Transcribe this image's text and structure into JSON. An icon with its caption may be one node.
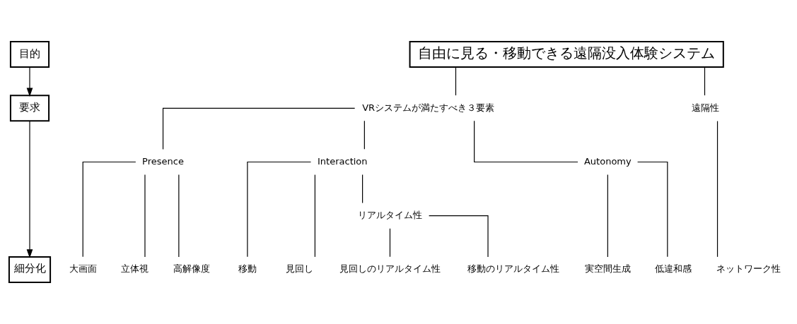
{
  "diagram": {
    "nodes": [
      {
        "text": [
          "目的"
        ]
      },
      {
        "text": [
          "要求"
        ]
      },
      {
        "text": [
          "細分化"
        ]
      },
      {
        "text": [
          "自由に見る・移動できる遠隔没入体験システム"
        ]
      },
      {
        "text": [
          "VRシステムが満たすべき３要素"
        ]
      },
      {
        "text": [
          "遠隔性"
        ]
      },
      {
        "text": [
          "Presence"
        ]
      },
      {
        "text": [
          "Interaction"
        ]
      },
      {
        "text": [
          "Autonomy"
        ]
      },
      {
        "text": [
          "大画面"
        ]
      },
      {
        "text": [
          "立体視"
        ]
      },
      {
        "text": [
          "高解像度"
        ]
      },
      {
        "text": [
          "移動"
        ]
      },
      {
        "text": [
          "見回し"
        ]
      },
      {
        "text": [
          "リアルタイム性"
        ]
      },
      {
        "text": [
          "見回しのリアルタイム性"
        ]
      },
      {
        "text": [
          "移動のリアルタイム性"
        ]
      },
      {
        "text": [
          "実空間生成"
        ]
      },
      {
        "text": [
          "低違和感"
        ]
      },
      {
        "text": [
          "ネットワーク性"
        ]
      }
    ],
    "edges": [
      {
        "from": 0,
        "to": 1,
        "arrow": "to"
      },
      {
        "from": 1,
        "to": 2,
        "arrow": "to"
      },
      {
        "from": 3,
        "to": 4,
        "arrow": "none"
      },
      {
        "from": 3,
        "to": 5,
        "arrow": "none"
      },
      {
        "from": 4,
        "to": 6,
        "arrow": "none"
      },
      {
        "from": 4,
        "to": 7,
        "arrow": "none"
      },
      {
        "from": 4,
        "to": 8,
        "arrow": "none"
      },
      {
        "from": 6,
        "to": 9,
        "arrow": "none"
      },
      {
        "from": 6,
        "to": 10,
        "arrow": "none"
      },
      {
        "from": 6,
        "to": 11,
        "arrow": "none"
      },
      {
        "from": 7,
        "to": 12,
        "arrow": "none"
      },
      {
        "from": 7,
        "to": 13,
        "arrow": "none"
      },
      {
        "from": 7,
        "to": 14,
        "arrow": "none"
      },
      {
        "from": 14,
        "to": 15,
        "arrow": "none"
      },
      {
        "from": 14,
        "to": 16,
        "arrow": "none"
      },
      {
        "from": 8,
        "to": 17,
        "arrow": "none"
      },
      {
        "from": 8,
        "to": 18,
        "arrow": "none"
      },
      {
        "from": 5,
        "to": 19,
        "arrow": "none"
      }
    ]
  }
}
